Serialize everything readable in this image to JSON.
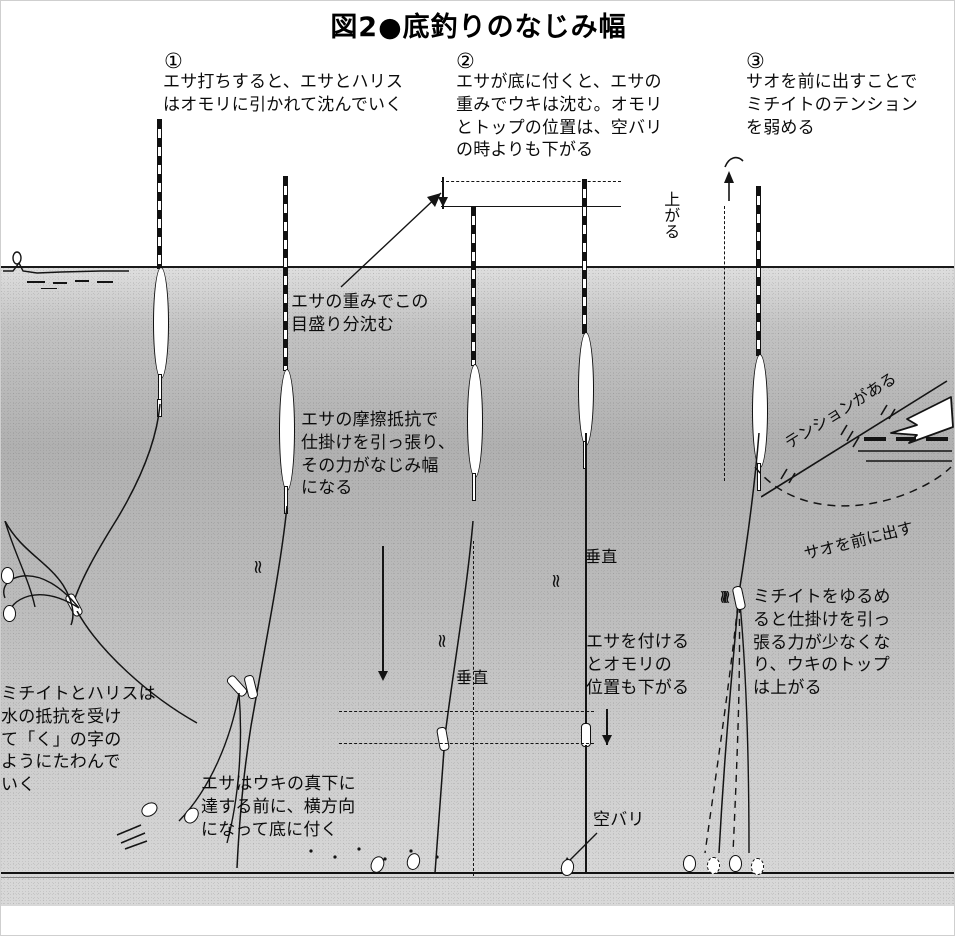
{
  "title": "図2●底釣りのなじみ幅",
  "panels": [
    {
      "number": "①",
      "text": "エサ打ちすると、エサとハリス\nはオモリに引かれて沈んでいく"
    },
    {
      "number": "②",
      "text": "エサが底に付くと、エサの\n重みでウキは沈む。オモリ\nとトップの位置は、空バリ\nの時よりも下がる"
    },
    {
      "number": "③",
      "text": "サオを前に出すことで\nミチイトのテンション\nを弱める"
    }
  ],
  "annotations": {
    "meter_sink": "エサの重みでこの\n目盛り分沈む",
    "friction": "エサの摩擦抵抗で\n仕掛けを引っ張り、\nその力がなじみ幅\nになる",
    "michiito_harisu": "ミチイトとハリスは\n水の抵抗を受け\nて「く」の字の\nようにたわんで\nいく",
    "esa_under_uki": "エサはウキの真下に\n達する前に、横方向\nになって底に付く",
    "esa_omori": "エサを付ける\nとオモリの\n位置も下がる",
    "loosen": "ミチイトをゆるめ\nると仕掛けを引っ\n張る力が少なくな\nり、ウキのトップ\nは上がる",
    "tension_exists": "テンションがある",
    "rod_forward": "サオを前に出す",
    "rises": "上がる",
    "vertical_1": "垂直",
    "vertical_2": "垂直",
    "empty_hook": "空バリ"
  },
  "colors": {
    "ink": "#111111",
    "water_dark": "#808080",
    "paper": "#ffffff"
  }
}
